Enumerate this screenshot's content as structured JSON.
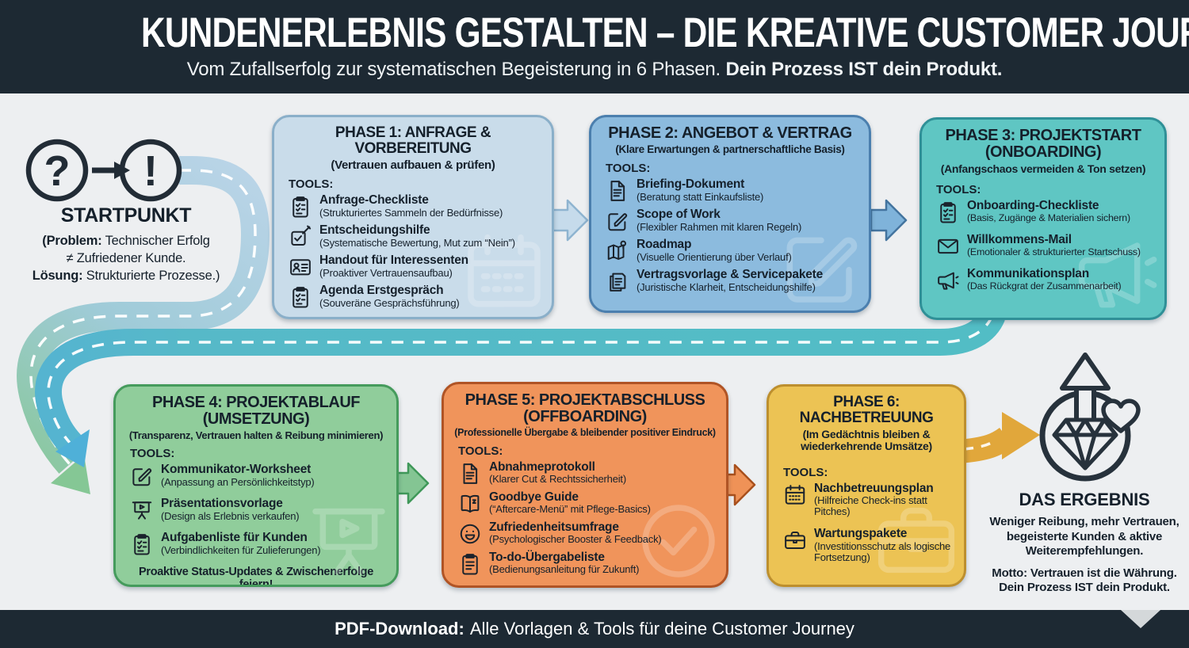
{
  "header": {
    "title": "KUNDENERLEBNIS GESTALTEN – DIE KREATIVE CUSTOMER JOURNEY",
    "subtitle_regular": "Vom Zufallserfolg zur systematischen Begeisterung in 6 Phasen.",
    "subtitle_bold": "Dein Prozess IST dein Produkt."
  },
  "startpunkt": {
    "question_glyph": "?",
    "exclamation_glyph": "!",
    "title": "STARTPUNKT",
    "line1_bold": "(Problem:",
    "line1_rest": " Technischer Erfolg",
    "line2": "≠ Zufriedener Kunde.",
    "line3_bold": "Lösung:",
    "line3_rest": " Strukturierte Prozesse.)"
  },
  "phases": [
    {
      "title_lines": [
        "PHASE 1: ANFRAGE & VORBEREITUNG"
      ],
      "subtitle": "(Vertrauen aufbauen & prüfen)",
      "tools_label": "TOOLS:",
      "fill": "#c9dcea",
      "border": "#8aafc9",
      "watermark_icon": "calendar-icon",
      "tools": [
        {
          "icon": "clipboard-check-icon",
          "name": "Anfrage-Checkliste",
          "desc": "(Strukturiertes Sammeln der Bedürfnisse)"
        },
        {
          "icon": "checkbox-pencil-icon",
          "name": "Entscheidungshilfe",
          "desc": "(Systematische Bewertung, Mut zum “Nein”)"
        },
        {
          "icon": "id-card-icon",
          "name": "Handout für Interessenten",
          "desc": "(Proaktiver Vertrauensaufbau)"
        },
        {
          "icon": "clipboard-check-icon",
          "name": "Agenda Erstgespräch",
          "desc": "(Souveräne Gesprächsführung)"
        }
      ],
      "footer_note": ""
    },
    {
      "title_lines": [
        "PHASE 2: ANGEBOT & VERTRAG"
      ],
      "subtitle": "(Klare Erwartungen & partnerschaftliche Basis)",
      "tools_label": "TOOLS:",
      "fill": "#8cbbde",
      "border": "#4b7fae",
      "watermark_icon": "edit-square-icon",
      "tools": [
        {
          "icon": "document-icon",
          "name": "Briefing-Dokument",
          "desc": "(Beratung statt Einkaufsliste)"
        },
        {
          "icon": "edit-square-icon",
          "name": "Scope of Work",
          "desc": "(Flexibler Rahmen mit klaren Regeln)"
        },
        {
          "icon": "map-pin-icon",
          "name": "Roadmap",
          "desc": "(Visuelle Orientierung über Verlauf)"
        },
        {
          "icon": "documents-stack-icon",
          "name": "Vertragsvorlage & Servicepakete",
          "desc": "(Juristische Klarheit, Entscheidungshilfe)"
        }
      ],
      "footer_note": ""
    },
    {
      "title_lines": [
        "PHASE 3: PROJEKTSTART",
        "(ONBOARDING)"
      ],
      "subtitle": "(Anfangschaos vermeiden & Ton setzen)",
      "tools_label": "TOOLS:",
      "fill": "#5fc6c3",
      "border": "#2f9097",
      "watermark_icon": "megaphone-icon",
      "tools": [
        {
          "icon": "clipboard-check-icon",
          "name": "Onboarding-Checkliste",
          "desc": "(Basis, Zugänge & Materialien sichern)"
        },
        {
          "icon": "envelope-icon",
          "name": "Willkommens-Mail",
          "desc": "(Emotionaler & strukturierter Startschuss)"
        },
        {
          "icon": "megaphone-icon",
          "name": "Kommunikationsplan",
          "desc": "(Das Rückgrat der Zusammenarbeit)"
        }
      ],
      "footer_note": ""
    },
    {
      "title_lines": [
        "PHASE 4: PROJEKTABLAUF",
        "(UMSETZUNG)"
      ],
      "subtitle": "(Transparenz, Vertrauen halten & Reibung minimieren)",
      "tools_label": "TOOLS:",
      "fill": "#90cd9b",
      "border": "#459b5c",
      "watermark_icon": "presentation-screen-icon",
      "tools": [
        {
          "icon": "edit-square-icon",
          "name": "Kommunikator-Worksheet",
          "desc": "(Anpassung an Persönlichkeitstyp)"
        },
        {
          "icon": "presentation-screen-icon",
          "name": "Präsentationsvorlage",
          "desc": "(Design als Erlebnis verkaufen)"
        },
        {
          "icon": "clipboard-check-icon",
          "name": "Aufgabenliste für Kunden",
          "desc": "(Verbindlichkeiten für Zulieferungen)"
        }
      ],
      "footer_note": "Proaktive Status-Updates & Zwischenerfolge feiern!"
    },
    {
      "title_lines": [
        "PHASE 5: PROJEKTABSCHLUSS",
        "(OFFBOARDING)"
      ],
      "subtitle": "(Professionelle Übergabe & bleibender positiver Eindruck)",
      "tools_label": "TOOLS:",
      "fill": "#f0945b",
      "border": "#b05425",
      "watermark_icon": "check-circle-icon",
      "tools": [
        {
          "icon": "document-icon",
          "name": "Abnahmeprotokoll",
          "desc": "(Klarer Cut & Rechtssicherheit)"
        },
        {
          "icon": "open-book-icon",
          "name": "Goodbye Guide",
          "desc": "(“Aftercare-Menü” mit Pflege-Basics)"
        },
        {
          "icon": "smiley-icon",
          "name": "Zufriedenheitsumfrage",
          "desc": "(Psychologischer Booster & Feedback)"
        },
        {
          "icon": "clipboard-list-icon",
          "name": "To-do-Übergabeliste",
          "desc": "(Bedienungsanleitung für Zukunft)"
        }
      ],
      "footer_note": ""
    },
    {
      "title_lines": [
        "PHASE 6:",
        "NACHBETREUUNG"
      ],
      "subtitle": "(Im Gedächtnis bleiben & wiederkehrende Umsätze)",
      "tools_label": "TOOLS:",
      "fill": "#ecc354",
      "border": "#bd8f2e",
      "watermark_icon": "briefcase-icon",
      "tools": [
        {
          "icon": "calendar-icon",
          "name": "Nachbetreuungsplan",
          "desc": "(Hilfreiche Check-ins statt Pitches)"
        },
        {
          "icon": "briefcase-icon",
          "name": "Wartungspakete",
          "desc": "(Investitionsschutz als logische Fortsetzung)"
        }
      ],
      "footer_note": ""
    }
  ],
  "ergebnis": {
    "title": "DAS ERGEBNIS",
    "line1": "Weniger Reibung, mehr Vertrauen,",
    "line2": "begeisterte Kunden & aktive",
    "line3": "Weiterempfehlungen.",
    "motto1": "Motto: Vertrauen ist die Währung.",
    "motto2": "Dein Prozess IST dein Produkt."
  },
  "footer": {
    "bold": "PDF-Download:",
    "rest": "Alle Vorlagen & Tools für deine Customer Journey"
  },
  "colors": {
    "header_bg": "#1d2933",
    "canvas_bg": "#edeff1",
    "ink": "#15202b",
    "road_light_blue": "#b9d4e7",
    "road_teal": "#56b9c8",
    "road_green": "#8bc8a1",
    "arrowhead_blue": "#4fb0d8",
    "arrowhead_green": "#85c795",
    "arrow_yellow": "#e1a73b",
    "arrow_p1_p2_fill": "#c6dbeb",
    "arrow_p2_p3_fill": "#7fb3da",
    "arrow_p4_p5_fill": "#84c593",
    "arrow_p5_p6_fill": "#ef9257"
  }
}
